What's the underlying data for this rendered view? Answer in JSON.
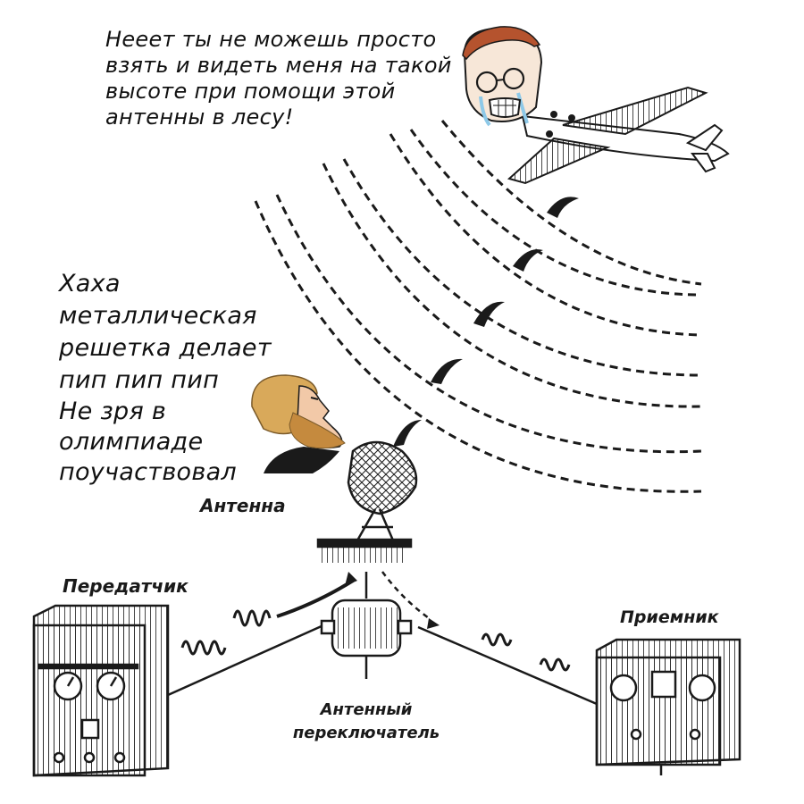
{
  "captions": {
    "soyjak": "Нееет ты не можешь просто\nвзять и видеть меня на такой\nвысоте при помощи этой\nантенны в лесу!",
    "chad_part1": "Хаха\nметаллическая\nрешетка делает\nпип пип пип",
    "chad_part2": "Не зря в\nолимпиаде\nпоучаствовал"
  },
  "diagram_labels": {
    "antenna": "Антенна",
    "transmitter": "Передатчик",
    "receiver": "Приемник",
    "switch": "Антенный\nпереключатель"
  },
  "icons": [
    "airplane-icon",
    "soyjak-face-icon",
    "chad-face-icon",
    "radar-dish-icon",
    "transmitter-box-icon",
    "receiver-box-icon",
    "antenna-switch-icon"
  ],
  "colors": {
    "ink": "#1a1a1a",
    "chad_hair": "#d9a95a",
    "chad_skin": "#f2c9a8",
    "soyjak_hair": "#b5532e",
    "tears": "#8ec9e8"
  }
}
